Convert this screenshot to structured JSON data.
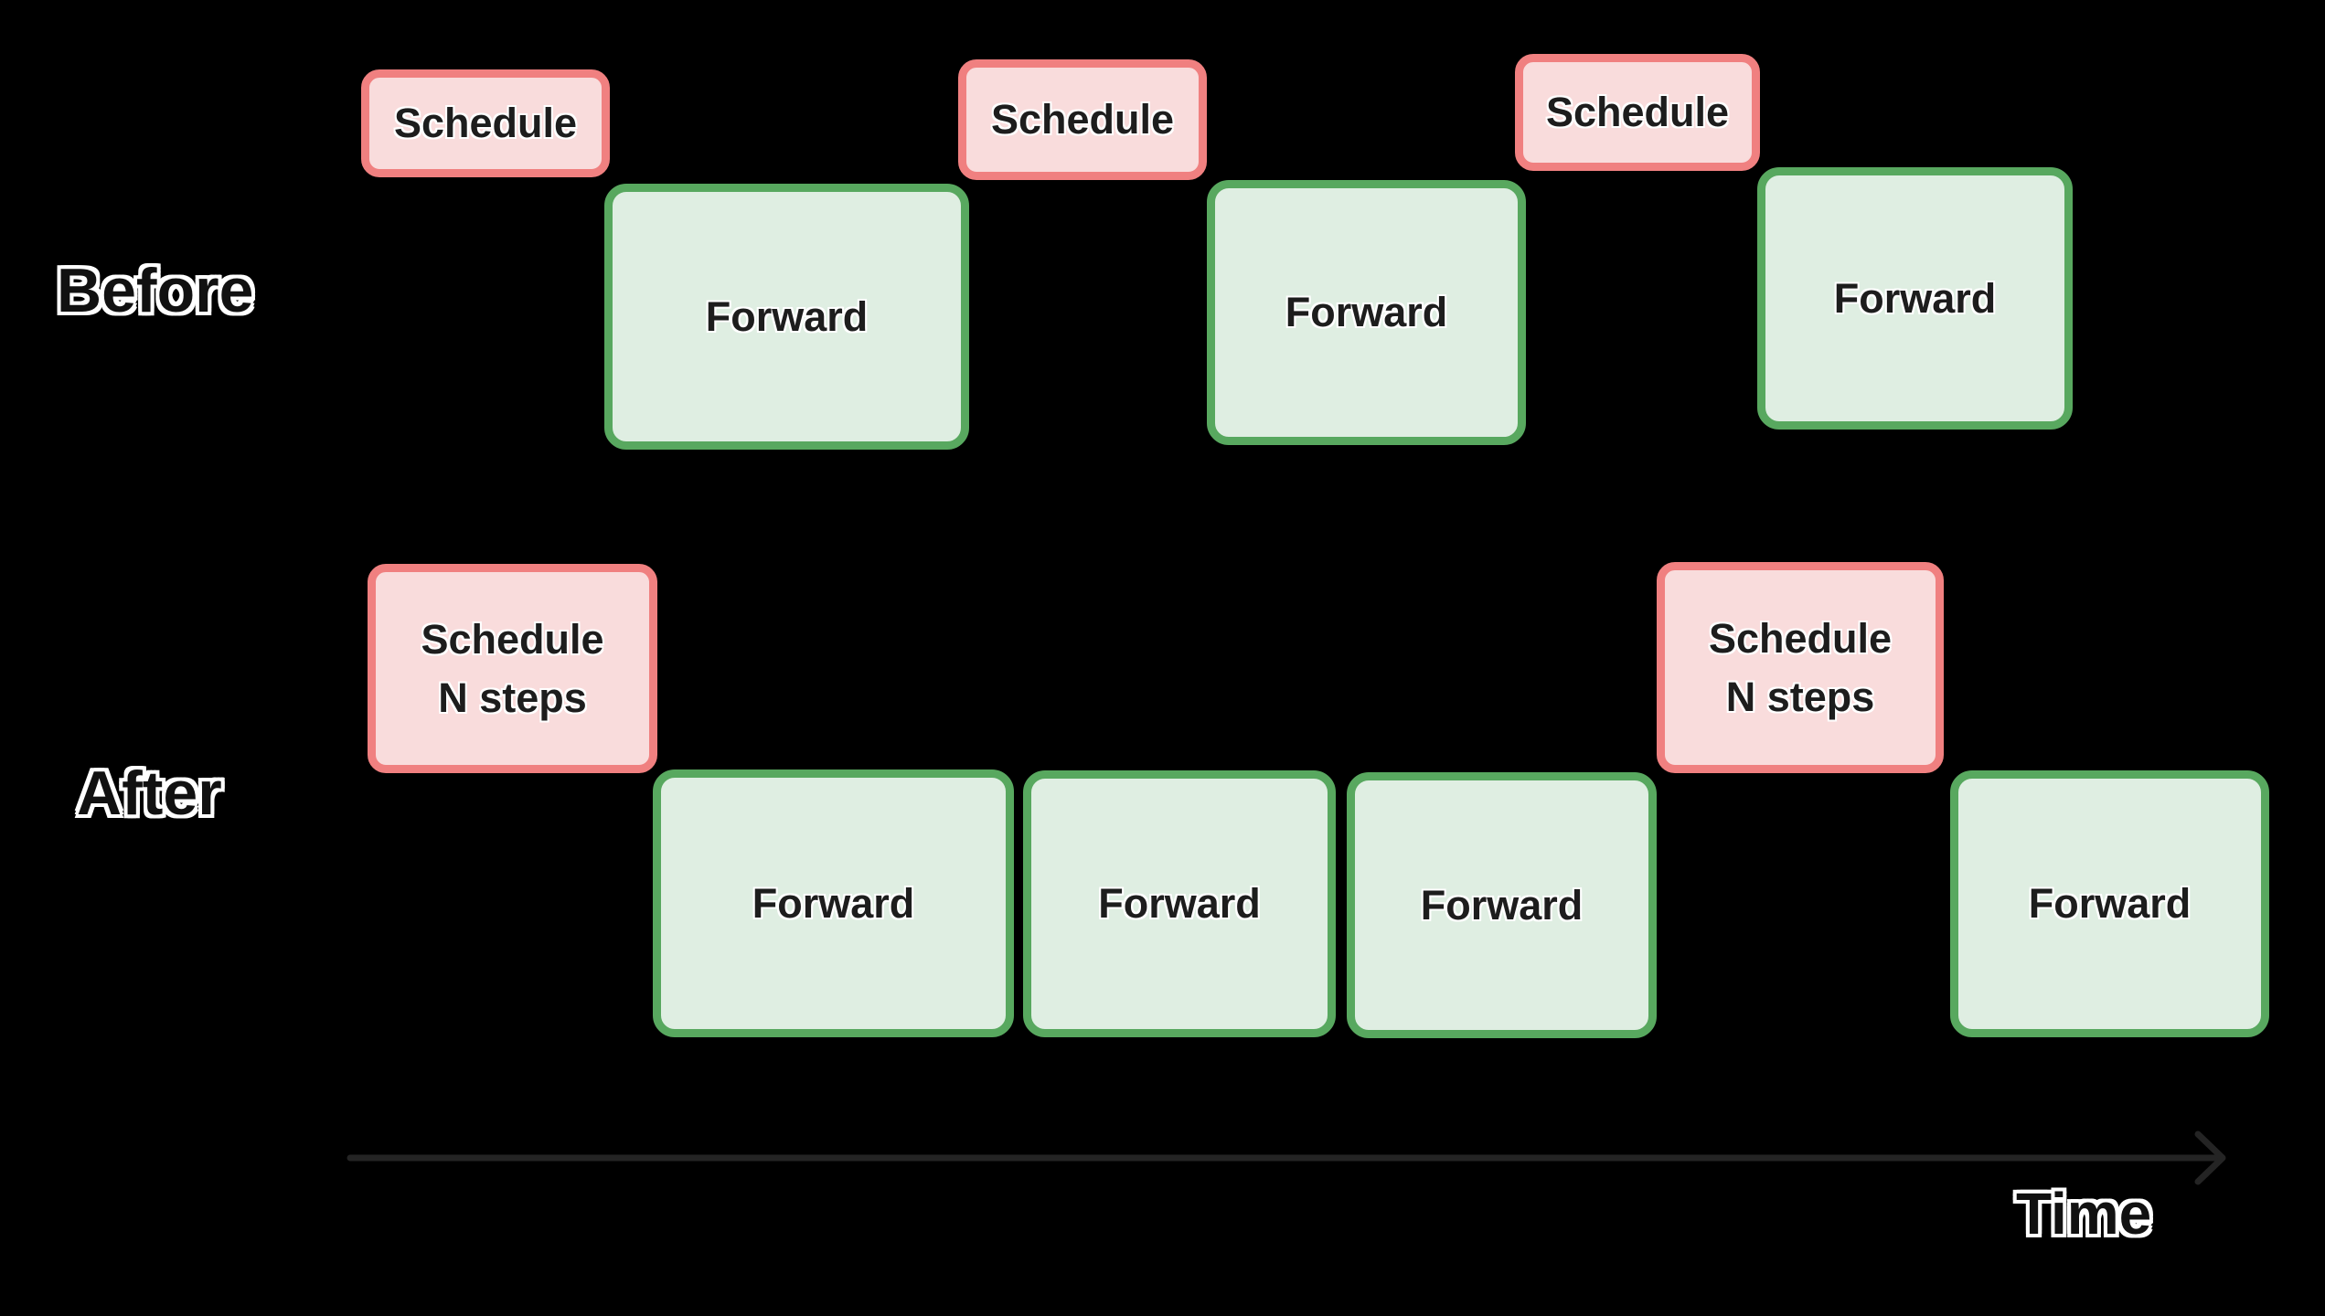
{
  "canvas": {
    "background": "#000000"
  },
  "colors": {
    "schedule_border": "#F08080",
    "schedule_fill": "#F9DCDC",
    "forward_border": "#58A85F",
    "forward_fill": "#DFEEE2",
    "box_text": "#1D1D1D",
    "label_text": "#111111",
    "label_outline": "#FFFFFF",
    "arrow": "#242424"
  },
  "rows": {
    "before": {
      "label": "Before",
      "boxes": [
        {
          "type": "schedule",
          "label": "Schedule"
        },
        {
          "type": "forward",
          "label": "Forward"
        },
        {
          "type": "schedule",
          "label": "Schedule"
        },
        {
          "type": "forward",
          "label": "Forward"
        },
        {
          "type": "schedule",
          "label": "Schedule"
        },
        {
          "type": "forward",
          "label": "Forward"
        }
      ]
    },
    "after": {
      "label": "After",
      "boxes": [
        {
          "type": "schedule",
          "lines": [
            "Schedule",
            "N steps"
          ]
        },
        {
          "type": "forward",
          "label": "Forward"
        },
        {
          "type": "forward",
          "label": "Forward"
        },
        {
          "type": "forward",
          "label": "Forward"
        },
        {
          "type": "schedule",
          "lines": [
            "Schedule",
            "N steps"
          ]
        },
        {
          "type": "forward",
          "label": "Forward"
        }
      ]
    }
  },
  "timeline": {
    "label": "Time"
  }
}
